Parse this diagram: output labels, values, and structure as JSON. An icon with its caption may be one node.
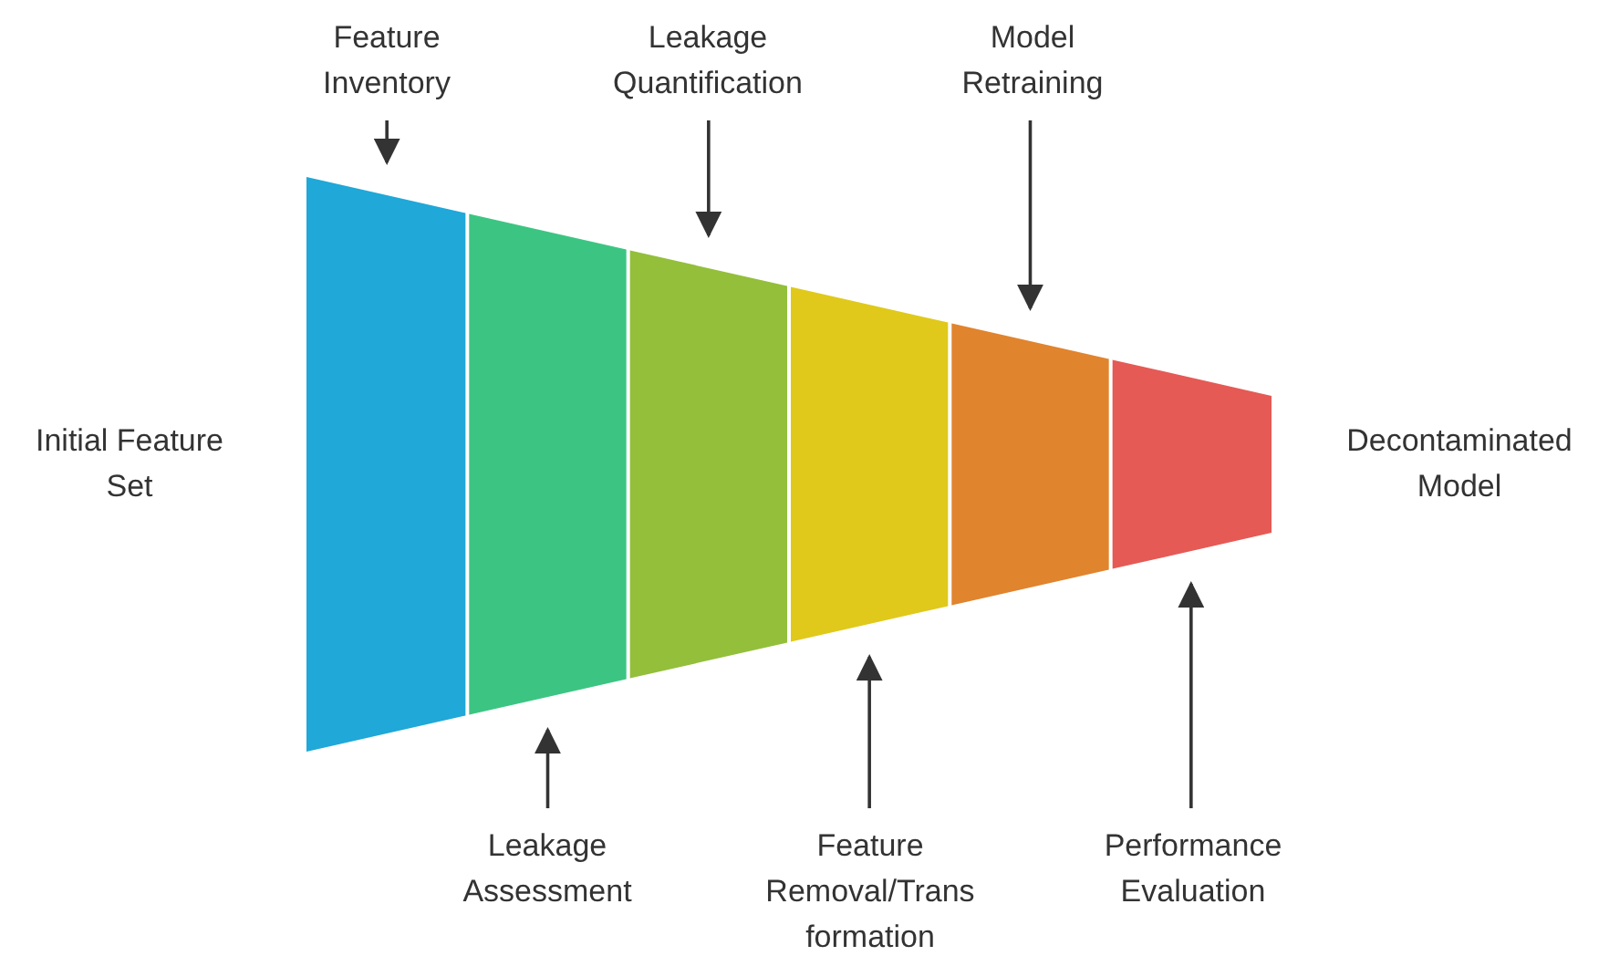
{
  "diagram": {
    "nodes": [
      {
        "text": [],
        "shape": "bar"
      },
      {
        "text": [],
        "shape": "bar"
      },
      {
        "text": [],
        "shape": "bar"
      },
      {
        "text": [],
        "shape": "bar"
      },
      {
        "text": [],
        "shape": "bar"
      },
      {
        "text": [],
        "shape": "bar"
      },
      {
        "text": [
          "Feature Inventory"
        ]
      },
      {
        "text": [
          "Leakage Assessment"
        ]
      },
      {
        "text": [
          "Leakage Quantification"
        ]
      },
      {
        "text": [
          "Feature Removal/Trans formation"
        ]
      },
      {
        "text": [
          "Model Retraining"
        ]
      },
      {
        "text": [
          "Performance Evaluation"
        ]
      }
    ],
    "edges": [
      {
        "from": 6,
        "to": 0,
        "arrow": "to"
      },
      {
        "from": 7,
        "to": 1,
        "arrow": "to"
      },
      {
        "from": 8,
        "to": 2,
        "arrow": "to"
      },
      {
        "from": 9,
        "to": 3,
        "arrow": "to"
      },
      {
        "from": 10,
        "to": 4,
        "arrow": "to"
      },
      {
        "from": 11,
        "to": 5,
        "arrow": "to"
      }
    ],
    "labels": [
      "Initial Feature Set",
      "Decontaminated Model"
    ]
  }
}
